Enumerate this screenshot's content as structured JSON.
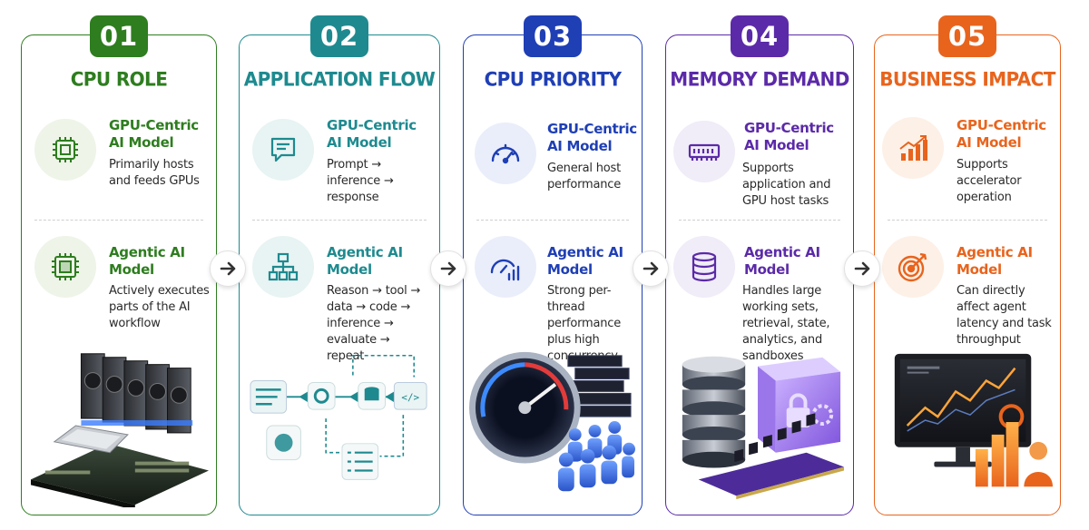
{
  "colors": {
    "green": "#2e7d1f",
    "teal": "#1e8a8f",
    "blue": "#1f3fb5",
    "purple": "#5b2aa8",
    "orange": "#e8641d"
  },
  "cards": [
    {
      "number": "01",
      "title": "CPU ROLE",
      "rows": [
        {
          "label": "GPU-Centric AI Model",
          "desc": "Primarily hosts and feeds GPUs",
          "icon": "cpu-chip-icon"
        },
        {
          "label": "Agentic AI Model",
          "desc": "Actively executes parts of the AI workflow",
          "icon": "processor-icon"
        }
      ],
      "illustration": "gpu-server-illustration"
    },
    {
      "number": "02",
      "title": "APPLICATION FLOW",
      "rows": [
        {
          "label": "GPU-Centric AI Model",
          "desc": "Prompt → inference → response",
          "icon": "chat-prompt-icon"
        },
        {
          "label": "Agentic AI Model",
          "desc": "Reason → tool → data → code → inference → evaluate → repeat",
          "icon": "workflow-hierarchy-icon"
        }
      ],
      "illustration": "workflow-loop-illustration"
    },
    {
      "number": "03",
      "title": "CPU PRIORITY",
      "rows": [
        {
          "label": "GPU-Centric AI Model",
          "desc": "General host performance",
          "icon": "gauge-icon"
        },
        {
          "label": "Agentic AI Model",
          "desc": "Strong per-thread performance plus high concurrency",
          "icon": "gauge-bars-icon"
        }
      ],
      "illustration": "speedometer-users-illustration"
    },
    {
      "number": "04",
      "title": "MEMORY DEMAND",
      "rows": [
        {
          "label": "GPU-Centric AI Model",
          "desc": "Supports application and GPU host tasks",
          "icon": "ram-module-icon"
        },
        {
          "label": "Agentic AI Model",
          "desc": "Handles large working sets, retrieval, state, analytics, and sandboxes",
          "icon": "database-icon"
        }
      ],
      "illustration": "storage-sandbox-illustration"
    },
    {
      "number": "05",
      "title": "BUSINESS IMPACT",
      "rows": [
        {
          "label": "GPU-Centric AI Model",
          "desc": "Supports accelerator operation",
          "icon": "growth-chart-icon"
        },
        {
          "label": "Agentic AI Model",
          "desc": "Can directly affect agent latency and task throughput",
          "icon": "target-icon"
        }
      ],
      "illustration": "dashboard-monitor-illustration"
    }
  ]
}
